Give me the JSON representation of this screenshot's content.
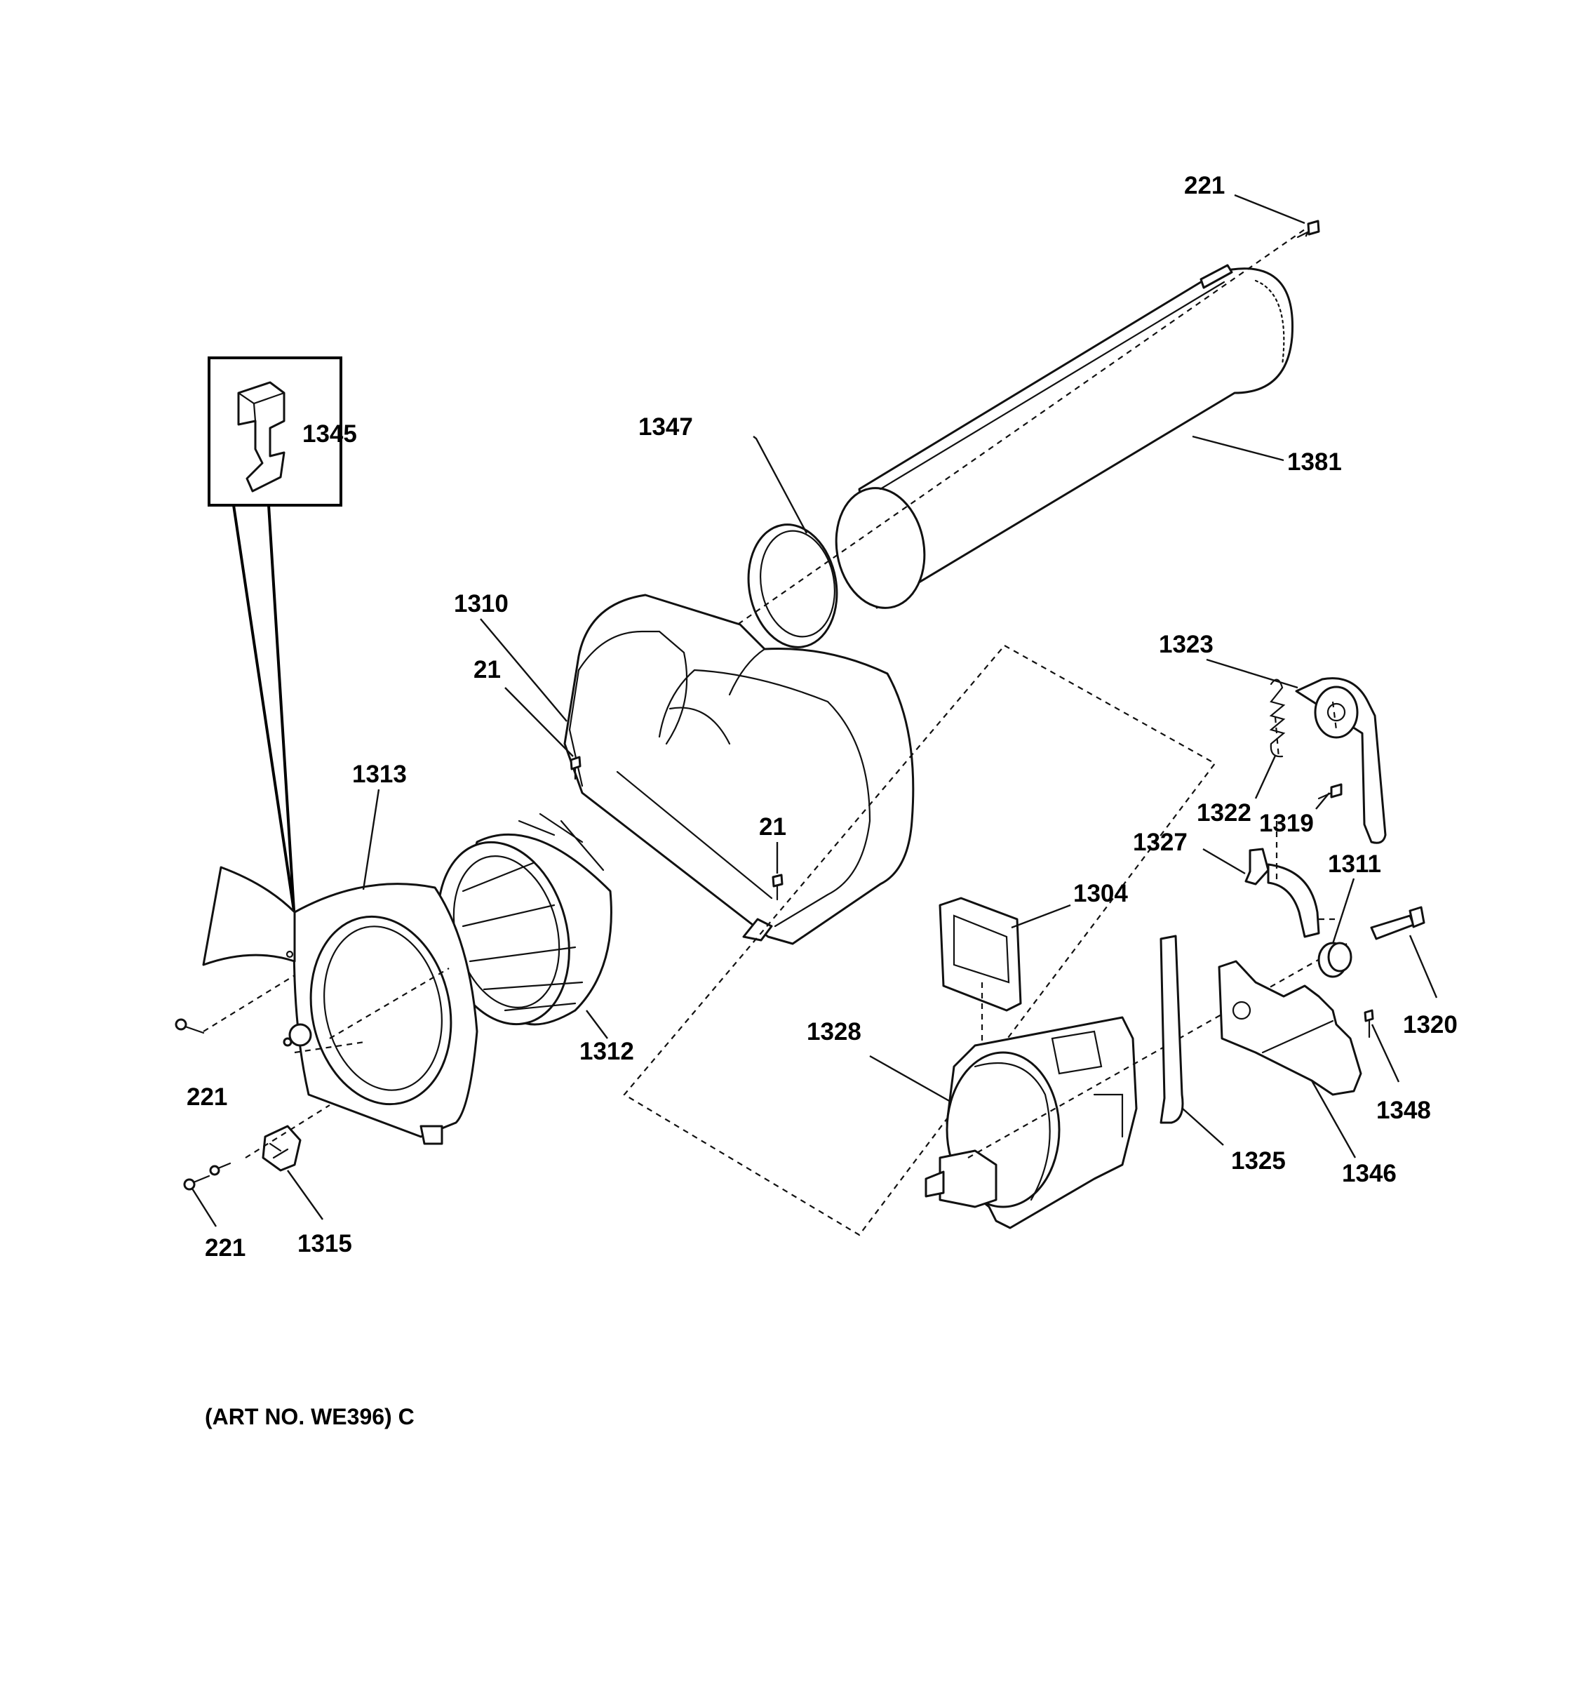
{
  "labels": {
    "221_top": "221",
    "1345": "1345",
    "1347": "1347",
    "1381": "1381",
    "1310": "1310",
    "21_left": "21",
    "21_mid": "21",
    "1313": "1313",
    "1312": "1312",
    "221_left": "221",
    "221_bottom": "221",
    "1315": "1315",
    "1323": "1323",
    "1322": "1322",
    "1319": "1319",
    "1327": "1327",
    "1311": "1311",
    "1304": "1304",
    "1328": "1328",
    "1320": "1320",
    "1348": "1348",
    "1325": "1325",
    "1346": "1346"
  },
  "art_number": "(ART NO. WE396) C"
}
